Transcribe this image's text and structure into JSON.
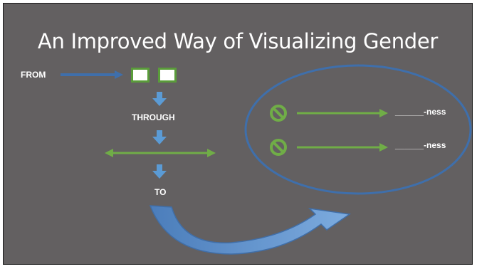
{
  "slide": {
    "title": "An Improved Way of Visualizing Gender",
    "from_label": "FROM",
    "through_label": "THROUGH",
    "to_label": "TO",
    "ness_labels": [
      "______-ness",
      "______-ness"
    ]
  },
  "icons": {
    "no_symbol": "no-symbol-icon",
    "arrow_down": "arrow-down-icon",
    "arrow_right": "arrow-right-icon",
    "double_arrow": "double-arrow-icon",
    "curved_arrow": "curved-arrow-icon"
  },
  "colors": {
    "background": "#636061",
    "blue_arrow": "#5b9bd5",
    "dark_blue_arrow": "#3f6fab",
    "green": "#70ad47",
    "ellipse": "#3f6fab",
    "text": "#ffffff"
  }
}
